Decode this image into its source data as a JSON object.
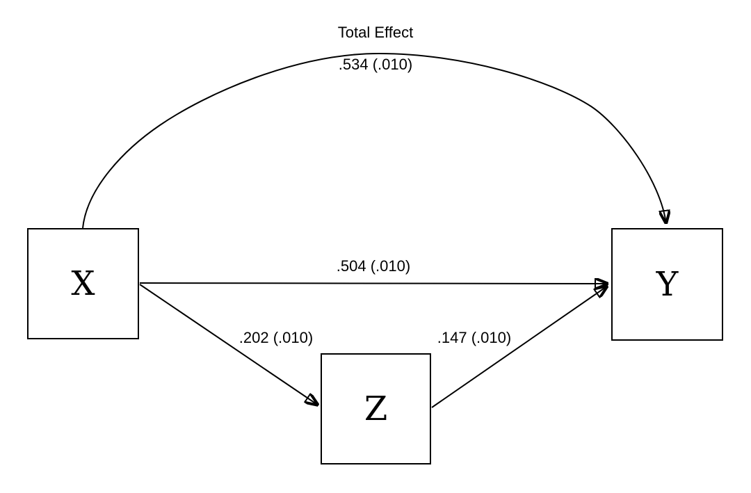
{
  "diagram": {
    "type": "mediation-path-diagram",
    "background_color": "#ffffff",
    "line_color": "#000000",
    "text_color": "#000000",
    "nodes": {
      "x": {
        "label": "X"
      },
      "y": {
        "label": "Y"
      },
      "z": {
        "label": "Z"
      }
    },
    "edges": {
      "total_effect": {
        "from": "X",
        "to": "Y",
        "title": "Total Effect",
        "coefficient": ".534 (.010)"
      },
      "direct_effect": {
        "from": "X",
        "to": "Y",
        "coefficient": ".504 (.010)"
      },
      "x_to_z": {
        "from": "X",
        "to": "Z",
        "coefficient": ".202 (.010)"
      },
      "z_to_y": {
        "from": "Z",
        "to": "Y",
        "coefficient": ".147 (.010)"
      }
    }
  }
}
